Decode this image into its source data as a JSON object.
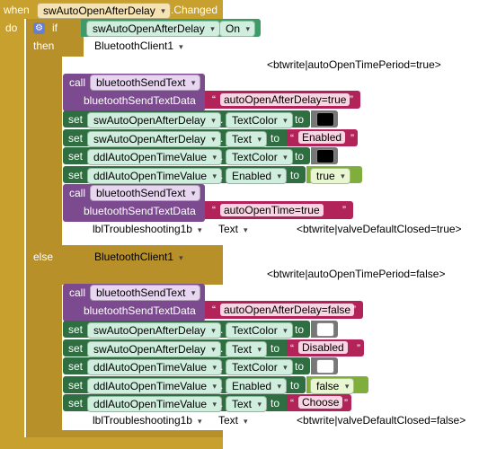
{
  "event": {
    "when": "when",
    "component": "swAutoOpenAfterDelay",
    "event": ".Changed",
    "do": "do"
  },
  "ifblock": {
    "if": "if",
    "then": "then",
    "else": "else",
    "condition_component": "swAutoOpenAfterDelay",
    "condition_prop": "On"
  },
  "then_branch": {
    "bt_component": "BluetoothClient1",
    "comment": "<btwrite|autoOpenTimePeriod=true>",
    "call1": {
      "call": "call",
      "method": "bluetoothSendText",
      "param": "bluetoothSendTextData",
      "value": "autoOpenAfterDelay=true"
    },
    "sets": [
      {
        "set": "set",
        "component": "swAutoOpenAfterDelay",
        "prop": "TextColor",
        "to": "to",
        "value_kind": "color",
        "color": "#000000"
      },
      {
        "set": "set",
        "component": "swAutoOpenAfterDelay",
        "prop": "Text",
        "to": "to",
        "value_kind": "text",
        "value": "Enabled"
      },
      {
        "set": "set",
        "component": "ddlAutoOpenTimeValue",
        "prop": "TextColor",
        "to": "to",
        "value_kind": "color",
        "color": "#000000"
      },
      {
        "set": "set",
        "component": "ddlAutoOpenTimeValue",
        "prop": "Enabled",
        "to": "to",
        "value_kind": "logic",
        "value": "true"
      }
    ],
    "call2": {
      "call": "call",
      "method": "bluetoothSendText",
      "param": "bluetoothSendTextData",
      "value": "autoOpenTime=true"
    },
    "footer_component": "lblTroubleshooting1b",
    "footer_prop": "Text",
    "footer_comment": "<btwrite|valveDefaultClosed=true>"
  },
  "else_branch": {
    "bt_component": "BluetoothClient1",
    "comment": "<btwrite|autoOpenTimePeriod=false>",
    "call1": {
      "call": "call",
      "method": "bluetoothSendText",
      "param": "bluetoothSendTextData",
      "value": "autoOpenAfterDelay=false"
    },
    "sets": [
      {
        "set": "set",
        "component": "swAutoOpenAfterDelay",
        "prop": "TextColor",
        "to": "to",
        "value_kind": "color",
        "color": "#ffffff"
      },
      {
        "set": "set",
        "component": "swAutoOpenAfterDelay",
        "prop": "Text",
        "to": "to",
        "value_kind": "text",
        "value": "Disabled"
      },
      {
        "set": "set",
        "component": "ddlAutoOpenTimeValue",
        "prop": "TextColor",
        "to": "to",
        "value_kind": "color",
        "color": "#ffffff"
      },
      {
        "set": "set",
        "component": "ddlAutoOpenTimeValue",
        "prop": "Enabled",
        "to": "to",
        "value_kind": "logic",
        "value": "false"
      },
      {
        "set": "set",
        "component": "ddlAutoOpenTimeValue",
        "prop": "Text",
        "to": "to",
        "value_kind": "text",
        "value": "Choose"
      }
    ],
    "footer_component": "lblTroubleshooting1b",
    "footer_prop": "Text",
    "footer_comment": "<btwrite|valveDefaultClosed=false>"
  },
  "colors": {
    "event": "#C8A02E",
    "call": "#7C4A8E",
    "set": "#2E6E40",
    "text": "#B2235A",
    "logic": "#7FAE3C",
    "component": "#3E9A66"
  }
}
